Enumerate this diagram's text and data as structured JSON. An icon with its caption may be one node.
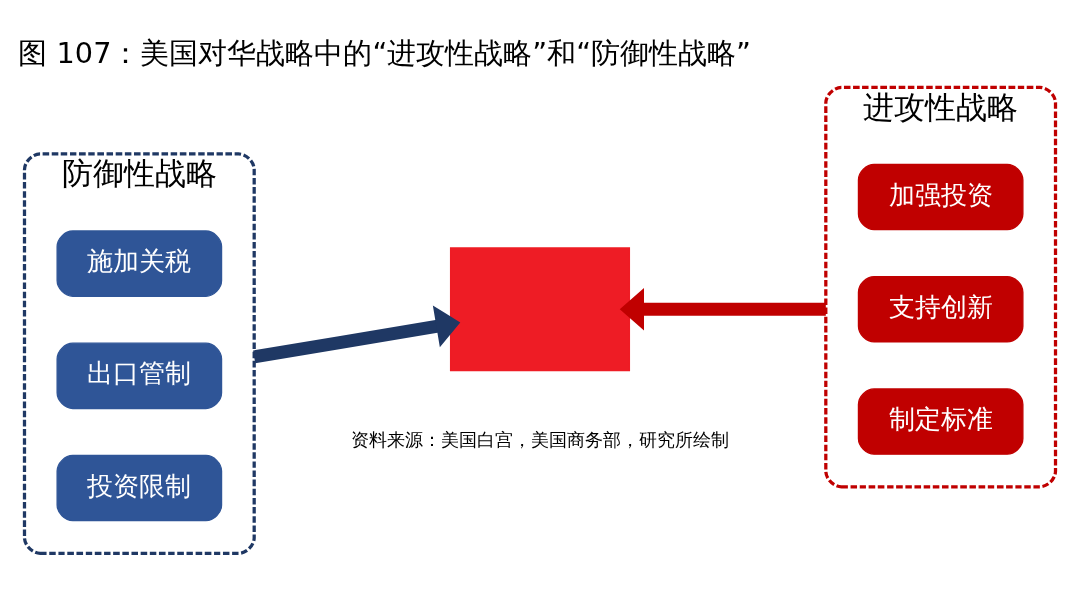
{
  "diagram": {
    "title": "图 107：美国对华战略中的“进攻性战略”和“防御性战略”",
    "nodes": [
      {
        "text": [
          "防御性战略"
        ]
      },
      {
        "text": [
          "施加关税"
        ],
        "in": 0
      },
      {
        "text": [
          "出口管制"
        ],
        "in": 0
      },
      {
        "text": [
          "投资限制"
        ],
        "in": 0
      },
      {
        "text": [],
        "shape": "flag"
      },
      {
        "text": [
          "进攻性战略"
        ]
      },
      {
        "text": [
          "加强投资"
        ],
        "in": 5
      },
      {
        "text": [
          "支持创新"
        ],
        "in": 5
      },
      {
        "text": [
          "制定标准"
        ],
        "in": 5
      }
    ],
    "edges": [
      {
        "from": 0,
        "to": 4,
        "arrow": "to",
        "color": "#1f3864"
      },
      {
        "from": 5,
        "to": 4,
        "arrow": "to",
        "color": "#c00000"
      }
    ],
    "labels": [
      "资料来源：美国白宫，美国商务部，研究所绘制"
    ]
  }
}
